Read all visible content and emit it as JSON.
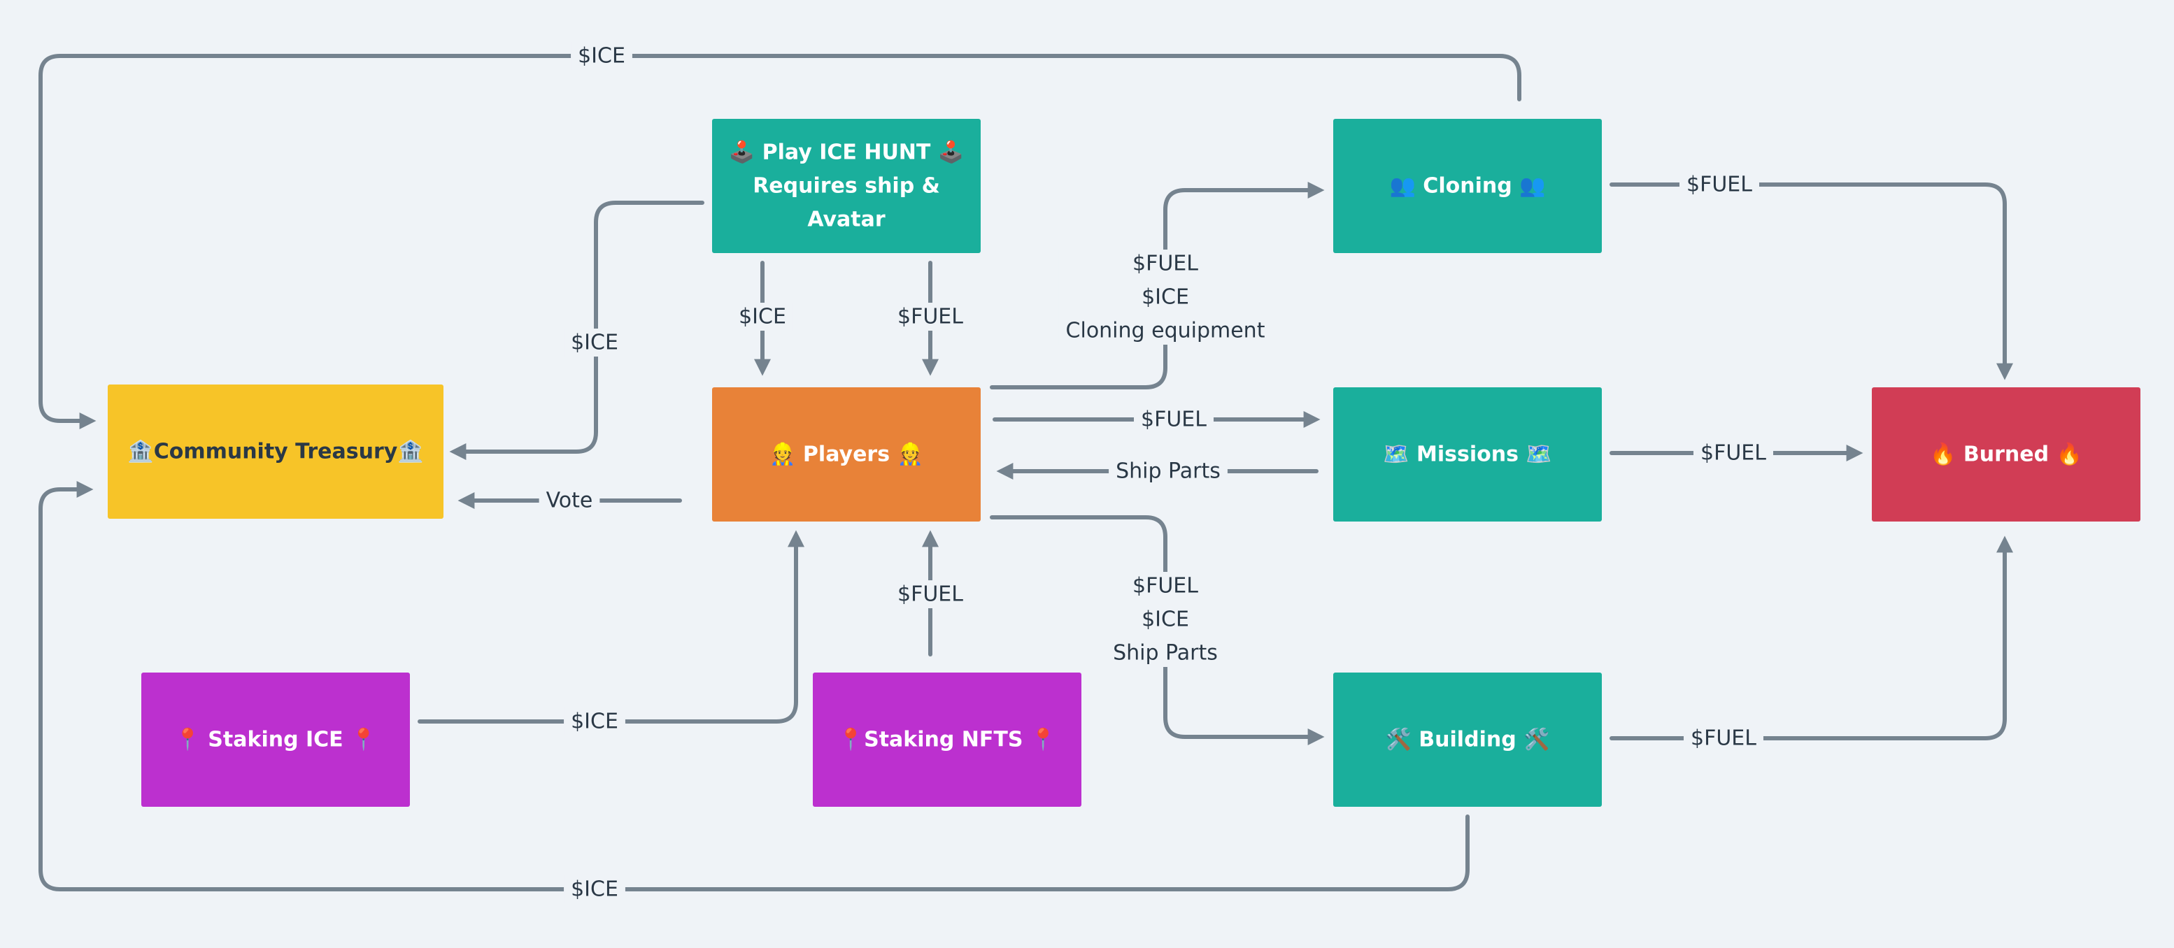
{
  "nodes": {
    "play": {
      "lines": [
        "🕹️ Play ICE HUNT 🕹️",
        "Requires ship &",
        "Avatar"
      ],
      "color": "#1aaf9c",
      "text_color": "#ffffff"
    },
    "cloning": {
      "lines": [
        "👥 Cloning 👥"
      ],
      "color": "#1aaf9c",
      "text_color": "#ffffff"
    },
    "treasury": {
      "lines": [
        "🏦Community Treasury🏦"
      ],
      "color": "#f7c428",
      "text_color": "#2a3846"
    },
    "players": {
      "lines": [
        "👷 Players 👷"
      ],
      "color": "#e88238",
      "text_color": "#ffffff"
    },
    "missions": {
      "lines": [
        "🗺️ Missions 🗺️"
      ],
      "color": "#1aaf9c",
      "text_color": "#ffffff"
    },
    "burned": {
      "lines": [
        "🔥 Burned 🔥"
      ],
      "color": "#d13d55",
      "text_color": "#ffffff"
    },
    "staking_ice": {
      "lines": [
        "📍 Staking ICE 📍"
      ],
      "color": "#bc30cf",
      "text_color": "#ffffff"
    },
    "staking_nfts": {
      "lines": [
        "📍Staking NFTS 📍"
      ],
      "color": "#bc30cf",
      "text_color": "#ffffff"
    },
    "building": {
      "lines": [
        "🛠️ Building 🛠️"
      ],
      "color": "#1aaf9c",
      "text_color": "#ffffff"
    }
  },
  "edges": [
    {
      "from": "cloning",
      "to": "treasury",
      "label": [
        "$ICE"
      ]
    },
    {
      "from": "play",
      "to": "treasury",
      "label": [
        "$ICE"
      ]
    },
    {
      "from": "play",
      "to": "players",
      "label": [
        "$ICE"
      ]
    },
    {
      "from": "play",
      "to": "players",
      "label": [
        "$FUEL"
      ]
    },
    {
      "from": "players",
      "to": "cloning",
      "label": [
        "$FUEL",
        "$ICE",
        "Cloning equipment"
      ]
    },
    {
      "from": "cloning",
      "to": "burned",
      "label": [
        "$FUEL"
      ]
    },
    {
      "from": "players",
      "to": "treasury",
      "label": [
        "Vote"
      ]
    },
    {
      "from": "players",
      "to": "missions",
      "label": [
        "$FUEL"
      ]
    },
    {
      "from": "missions",
      "to": "players",
      "label": [
        "Ship Parts"
      ]
    },
    {
      "from": "missions",
      "to": "burned",
      "label": [
        "$FUEL"
      ]
    },
    {
      "from": "players",
      "to": "building",
      "label": [
        "$FUEL",
        "$ICE",
        "Ship Parts"
      ]
    },
    {
      "from": "staking_nfts",
      "to": "players",
      "label": [
        "$FUEL"
      ]
    },
    {
      "from": "staking_ice",
      "to": "players",
      "label": [
        "$ICE"
      ]
    },
    {
      "from": "building",
      "to": "burned",
      "label": [
        "$FUEL"
      ]
    },
    {
      "from": "building",
      "to": "treasury",
      "label": [
        "$ICE"
      ]
    }
  ],
  "edge_color": "#75838f"
}
